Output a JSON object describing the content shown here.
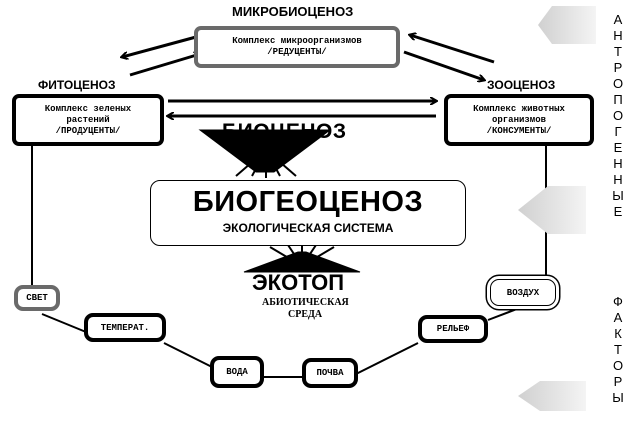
{
  "microbiocenosis": {
    "title": "МИКРОБИОЦЕНОЗ",
    "line1": "Комплекс микроорганизмов",
    "line2": "/РЕДУЦЕНТЫ/"
  },
  "phytocenosis": {
    "title": "ФИТОЦЕНОЗ",
    "line1": "Комплекс зеленых",
    "line2": "растений",
    "line3": "/ПРОДУЦЕНТЫ/"
  },
  "zoocenosis": {
    "title": "ЗООЦЕНОЗ",
    "line1": "Комплекс животных",
    "line2": "организмов",
    "line3": "/КОНСУМЕНТЫ/"
  },
  "biocenosis": {
    "label": "БИОЦЕНОЗ"
  },
  "biogeocenosis": {
    "title": "БИОГЕОЦЕНОЗ",
    "subtitle": "ЭКОЛОГИЧЕСКАЯ СИСТЕМА"
  },
  "ecotope": {
    "title": "ЭКОТОП",
    "line1": "АБИОТИЧЕСКАЯ",
    "line2": "СРЕДА"
  },
  "abiotic_factors": [
    {
      "label": "СВЕТ"
    },
    {
      "label": "ТЕМПЕРАТ."
    },
    {
      "label": "ВОДА"
    },
    {
      "label": "ПОЧВА"
    },
    {
      "label": "РЕЛЬЕФ"
    },
    {
      "label": "ВОЗДУХ"
    }
  ],
  "side_text": {
    "word1": [
      "А",
      "Н",
      "Т",
      "Р",
      "О",
      "П",
      "О",
      "Г",
      "Е",
      "Н",
      "Н",
      "Ы",
      "Е"
    ],
    "word2": [
      "Ф",
      "А",
      "К",
      "Т",
      "О",
      "Р",
      "Ы"
    ]
  },
  "colors": {
    "stroke": "#000000",
    "grey_border": "#6a6a6a",
    "arrow_fill": "#e8e8e8"
  }
}
